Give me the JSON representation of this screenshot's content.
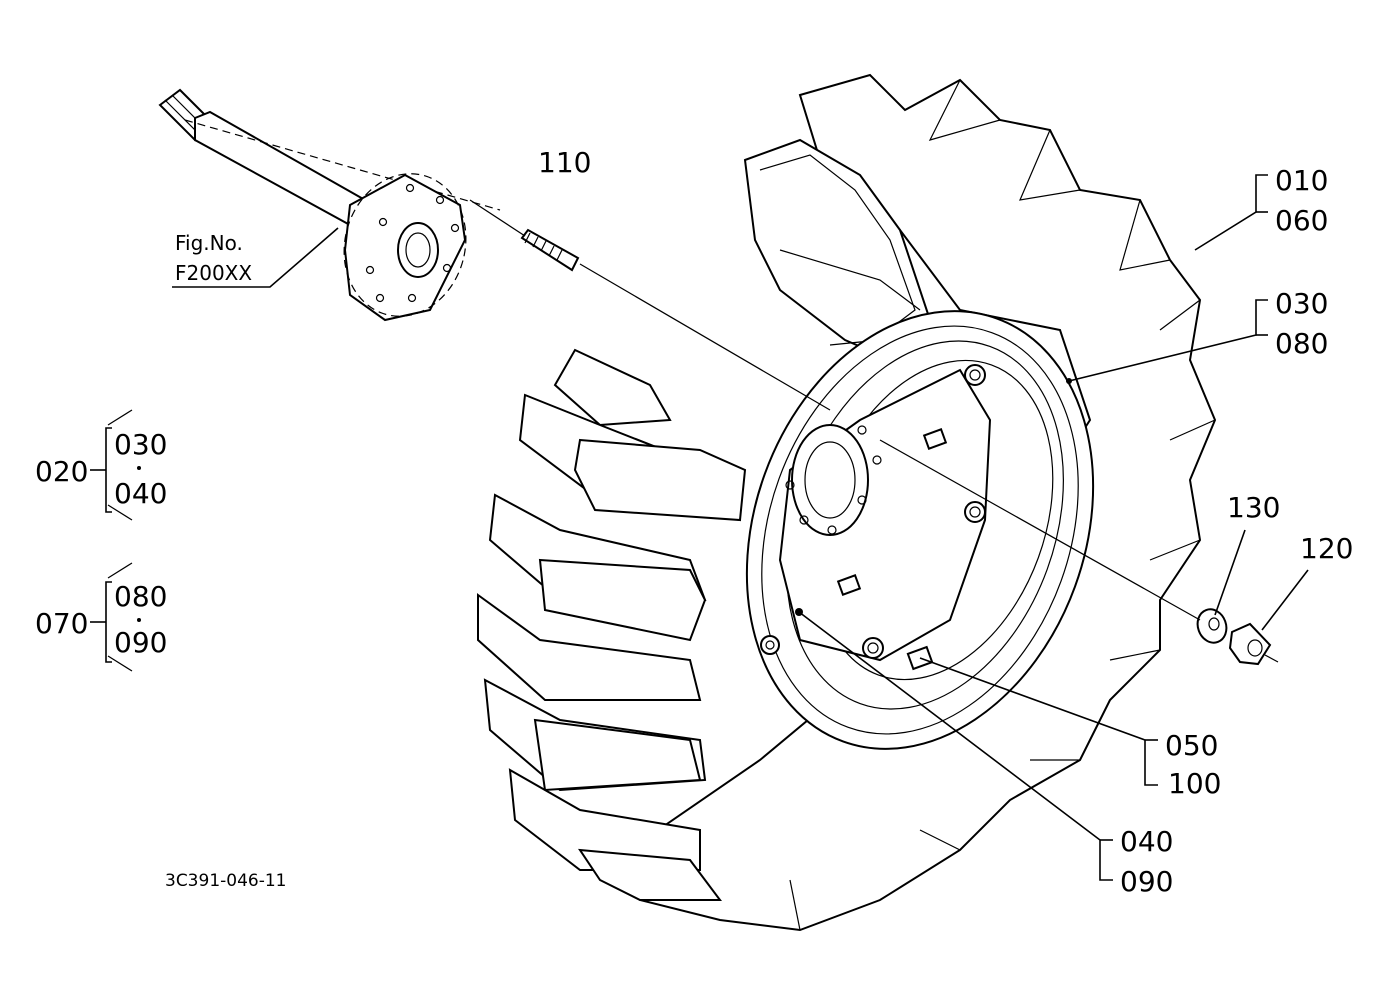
{
  "fig_ref": {
    "line1": "Fig.No.",
    "line2": "F200XX"
  },
  "drawing_number": "3C391-046-11",
  "callouts": {
    "c110": "110",
    "c010": "010",
    "c060": "060",
    "c030": "030",
    "c080": "080",
    "c130": "130",
    "c120": "120",
    "c050": "050",
    "c100": "100",
    "c040": "040",
    "c090": "090"
  },
  "groups": {
    "g020": {
      "label": "020",
      "a": "030",
      "b": "040"
    },
    "g070": {
      "label": "070",
      "a": "080",
      "b": "090"
    }
  }
}
